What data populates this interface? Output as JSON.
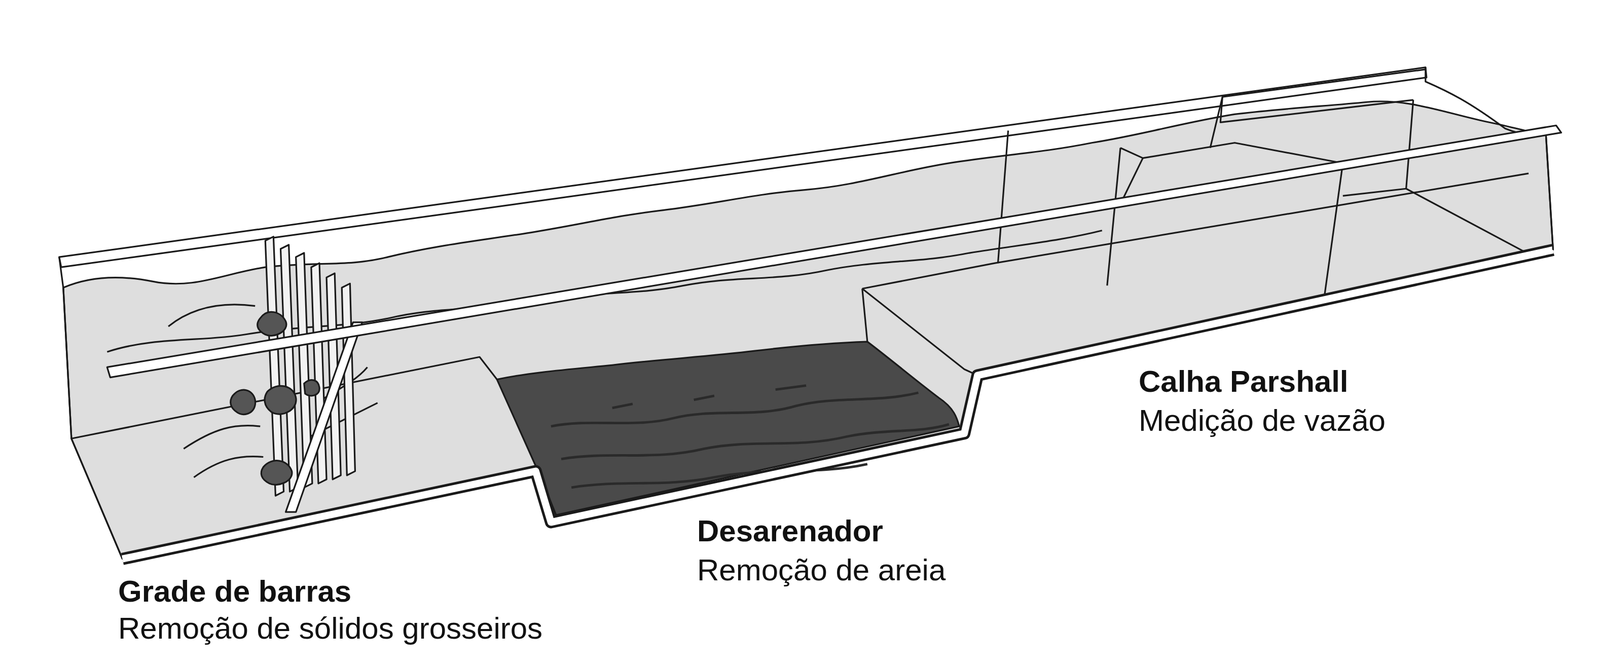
{
  "diagram": {
    "labels": [
      "Grade de barras",
      "Remoção de sólidos grosseiros",
      "Desarenador",
      "Remoção de areia",
      "Calha Parshall",
      "Medição de vazão"
    ]
  }
}
